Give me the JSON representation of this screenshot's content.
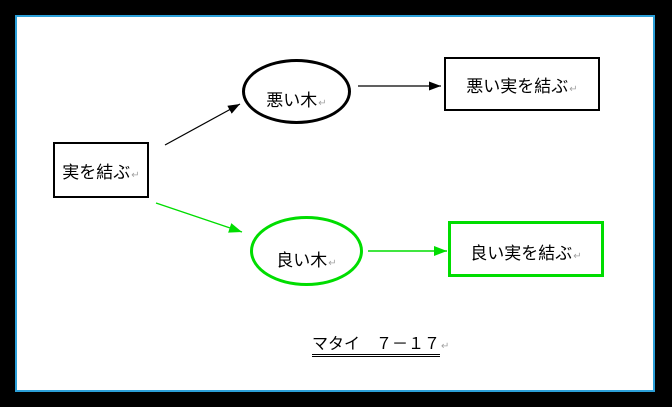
{
  "frame": {
    "outer_color": "#000000",
    "inner_line_color": "#2b9fd8",
    "page_color": "#ffffff"
  },
  "colors": {
    "bad": "#000000",
    "good": "#00dd00",
    "text": "#000000",
    "paragraph_mark": "#a3a3a3"
  },
  "nodes": {
    "start": {
      "label": "実を結ぶ",
      "shape": "rectangle",
      "accent": "black",
      "mark": "↵"
    },
    "bad_tree": {
      "label": "悪い木",
      "shape": "ellipse",
      "accent": "black",
      "mark": "↵"
    },
    "bad_fruit": {
      "label": "悪い実を結ぶ",
      "shape": "rectangle",
      "accent": "black",
      "mark": "↵"
    },
    "good_tree": {
      "label": "良い木",
      "shape": "ellipse",
      "accent": "green",
      "mark": "↵"
    },
    "good_fruit": {
      "label": "良い実を結ぶ",
      "shape": "rectangle",
      "accent": "green",
      "mark": "↵"
    }
  },
  "edges": [
    {
      "from": "start",
      "to": "bad_tree",
      "color": "black"
    },
    {
      "from": "bad_tree",
      "to": "bad_fruit",
      "color": "black"
    },
    {
      "from": "start",
      "to": "good_tree",
      "color": "green"
    },
    {
      "from": "good_tree",
      "to": "good_fruit",
      "color": "green"
    }
  ],
  "caption": {
    "text": "マタイ　７－１７",
    "mark": "↵"
  }
}
